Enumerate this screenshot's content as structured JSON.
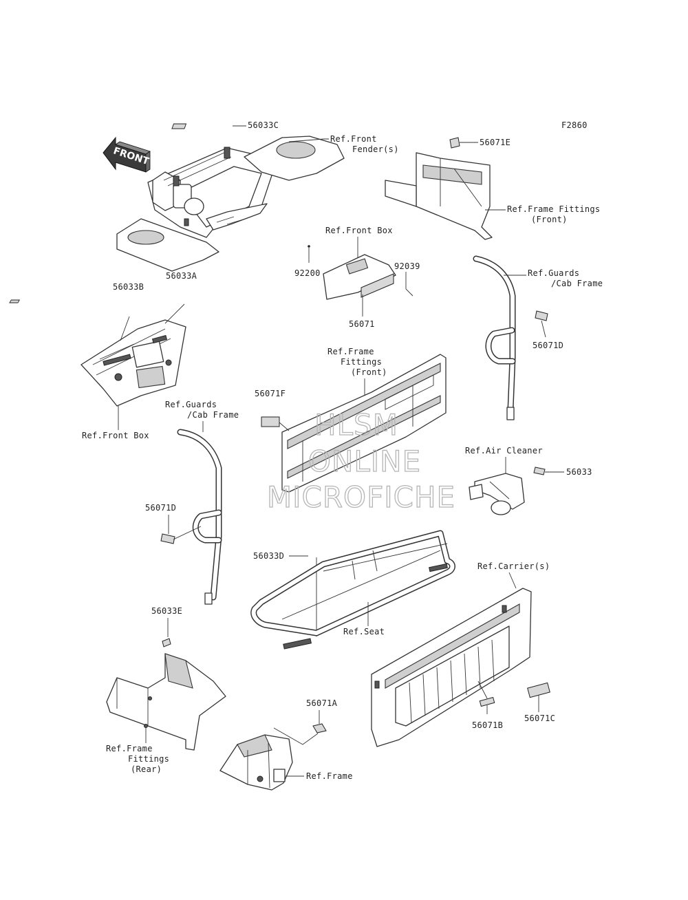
{
  "figure_id": "F2860",
  "front_arrow": "FRONT",
  "labels": {
    "p56033C": "56033C",
    "ref_front_fender_1": "Ref.Front",
    "ref_front_fender_2": "Fender(s)",
    "p56071E": "56071E",
    "ref_frame_fittings_front_a1": "Ref.Frame Fittings",
    "ref_frame_fittings_front_a2": "(Front)",
    "ref_front_box_top": "Ref.Front Box",
    "p92200": "92200",
    "p92039": "92039",
    "p56071": "56071",
    "ref_guards_cab_r1": "Ref.Guards",
    "ref_guards_cab_r2": "/Cab Frame",
    "p56071D_r": "56071D",
    "p56033B": "56033B",
    "p56033A": "56033A",
    "ref_front_box_left": "Ref.Front Box",
    "ref_frame_fittings_front_b1": "Ref.Frame",
    "ref_frame_fittings_front_b2": "Fittings",
    "ref_frame_fittings_front_b3": "(Front)",
    "p56071F": "56071F",
    "ref_guards_cab_l1": "Ref.Guards",
    "ref_guards_cab_l2": "/Cab Frame",
    "p56071D_l": "56071D",
    "ref_air_cleaner": "Ref.Air Cleaner",
    "p56033": "56033",
    "p56033D": "56033D",
    "ref_seat": "Ref.Seat",
    "ref_carriers": "Ref.Carrier(s)",
    "p56033E": "56033E",
    "ref_frame_fittings_rear1": "Ref.Frame",
    "ref_frame_fittings_rear2": "Fittings",
    "ref_frame_fittings_rear3": "(Rear)",
    "p56071A": "56071A",
    "ref_frame": "Ref.Frame",
    "p56071B": "56071B",
    "p56071C": "56071C"
  },
  "watermark": {
    "line1": "HLSM",
    "line2": "ONLINE",
    "line3": "MICROFICHE"
  }
}
